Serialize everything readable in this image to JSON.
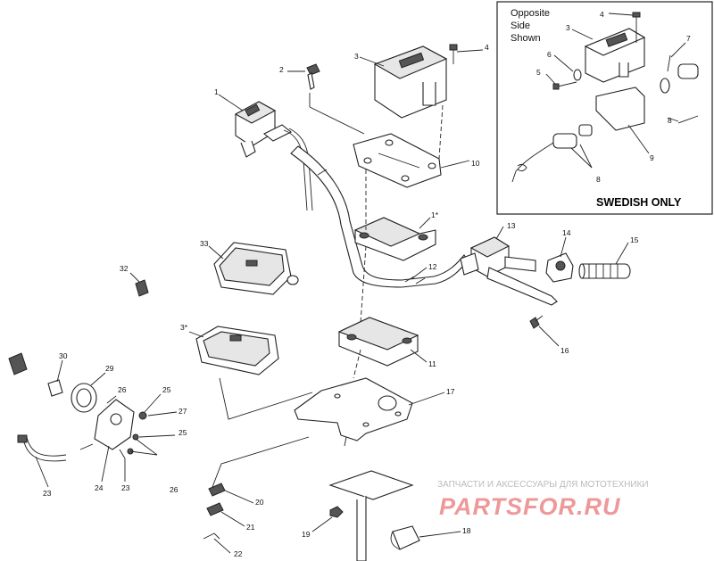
{
  "inset": {
    "note_line1": "Opposite",
    "note_line2": "Side",
    "note_line3": "Shown",
    "label": "SWEDISH ONLY",
    "callouts": [
      "4",
      "3",
      "7",
      "6",
      "5",
      "8",
      "9",
      "8"
    ]
  },
  "callouts": {
    "c1": "1",
    "c2": "2",
    "c3": "3",
    "c4": "4",
    "c10": "10",
    "c11a": "1*",
    "c12": "12",
    "c13": "13",
    "c14": "14",
    "c15": "15",
    "c16": "16",
    "c11": "11",
    "c17": "17",
    "c18": "18",
    "c19": "19",
    "c20": "20",
    "c21": "21",
    "c22": "22",
    "c23a": "23",
    "c23b": "23",
    "c24": "24",
    "c25a": "25",
    "c25b": "25",
    "c26a": "26",
    "c26b": "26",
    "c27": "27",
    "c29": "29",
    "c30": "30",
    "c31": "3*",
    "c32": "32",
    "c33": "33"
  },
  "watermark": {
    "tagline": "ЗАПЧАСТИ И АКСЕССУАРЫ ДЛЯ МОТОТЕХНИКИ",
    "logo": "PARTSFOR.RU"
  }
}
